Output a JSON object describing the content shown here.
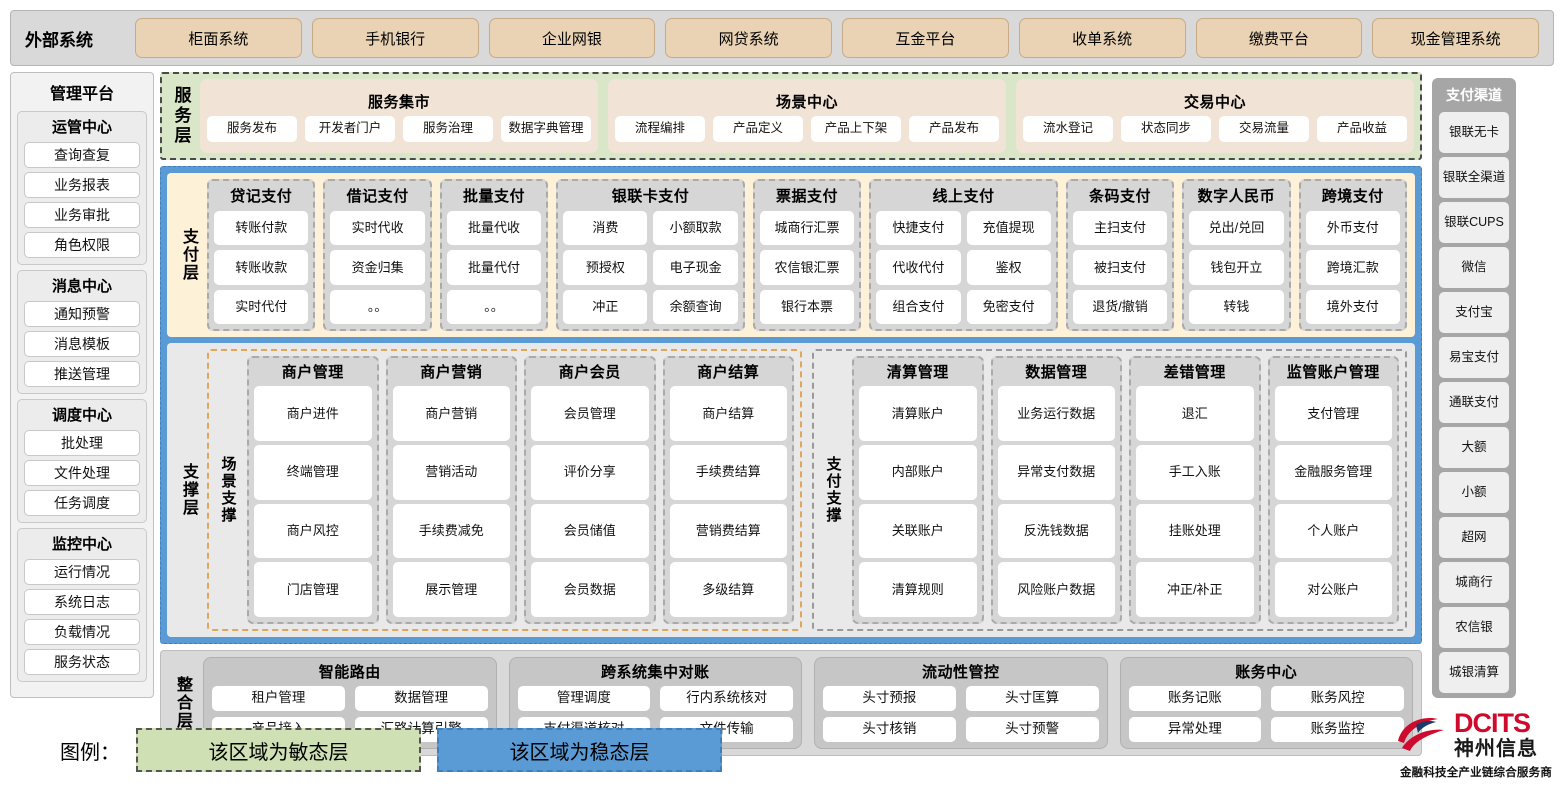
{
  "external": {
    "title": "外部系统",
    "items": [
      "柜面系统",
      "手机银行",
      "企业网银",
      "网贷系统",
      "互金平台",
      "收单系统",
      "缴费平台",
      "现金管理系统"
    ]
  },
  "management": {
    "title": "管理平台",
    "groups": [
      {
        "title": "运管中心",
        "items": [
          "查询查复",
          "业务报表",
          "业务审批",
          "角色权限"
        ]
      },
      {
        "title": "消息中心",
        "items": [
          "通知预警",
          "消息模板",
          "推送管理"
        ]
      },
      {
        "title": "调度中心",
        "items": [
          "批处理",
          "文件处理",
          "任务调度"
        ]
      },
      {
        "title": "监控中心",
        "items": [
          "运行情况",
          "系统日志",
          "负载情况",
          "服务状态"
        ]
      }
    ]
  },
  "service_layer": {
    "label": "服务层",
    "groups": [
      {
        "title": "服务集市",
        "items": [
          "服务发布",
          "开发者门户",
          "服务治理",
          "数据字典管理"
        ]
      },
      {
        "title": "场景中心",
        "items": [
          "流程编排",
          "产品定义",
          "产品上下架",
          "产品发布"
        ]
      },
      {
        "title": "交易中心",
        "items": [
          "流水登记",
          "状态同步",
          "交易流量",
          "产品收益"
        ]
      }
    ]
  },
  "payment_layer": {
    "label": "支付层",
    "groups": [
      {
        "title": "贷记支付",
        "cols": 1,
        "items": [
          "转账付款",
          "转账收款",
          "实时代付"
        ]
      },
      {
        "title": "借记支付",
        "cols": 1,
        "items": [
          "实时代收",
          "资金归集",
          "。。"
        ]
      },
      {
        "title": "批量支付",
        "cols": 1,
        "items": [
          "批量代收",
          "批量代付",
          "。。"
        ]
      },
      {
        "title": "银联卡支付",
        "cols": 2,
        "items": [
          "消费",
          "小额取款",
          "预授权",
          "电子现金",
          "冲正",
          "余额查询"
        ]
      },
      {
        "title": "票据支付",
        "cols": 1,
        "items": [
          "城商行汇票",
          "农信银汇票",
          "银行本票"
        ]
      },
      {
        "title": "线上支付",
        "cols": 2,
        "items": [
          "快捷支付",
          "充值提现",
          "代收代付",
          "鉴权",
          "组合支付",
          "免密支付"
        ]
      },
      {
        "title": "条码支付",
        "cols": 1,
        "items": [
          "主扫支付",
          "被扫支付",
          "退货/撤销"
        ]
      },
      {
        "title": "数字人民币",
        "cols": 1,
        "items": [
          "兑出/兑回",
          "钱包开立",
          "转钱"
        ]
      },
      {
        "title": "跨境支付",
        "cols": 1,
        "items": [
          "外币支付",
          "跨境汇款",
          "境外支付"
        ]
      }
    ]
  },
  "support_layer": {
    "label": "支撑层",
    "halves": [
      {
        "label": "场景支撑",
        "style": "scene",
        "groups": [
          {
            "title": "商户管理",
            "items": [
              "商户进件",
              "终端管理",
              "商户风控",
              "门店管理"
            ]
          },
          {
            "title": "商户营销",
            "items": [
              "商户营销",
              "营销活动",
              "手续费减免",
              "展示管理"
            ]
          },
          {
            "title": "商户会员",
            "items": [
              "会员管理",
              "评价分享",
              "会员储值",
              "会员数据"
            ]
          },
          {
            "title": "商户结算",
            "items": [
              "商户结算",
              "手续费结算",
              "营销费结算",
              "多级结算"
            ]
          }
        ]
      },
      {
        "label": "支付支撑",
        "style": "paysup",
        "groups": [
          {
            "title": "清算管理",
            "items": [
              "清算账户",
              "内部账户",
              "关联账户",
              "清算规则"
            ]
          },
          {
            "title": "数据管理",
            "items": [
              "业务运行数据",
              "异常支付数据",
              "反洗钱数据",
              "风险账户数据"
            ]
          },
          {
            "title": "差错管理",
            "items": [
              "退汇",
              "手工入账",
              "挂账处理",
              "冲正/补正"
            ]
          },
          {
            "title": "监管账户管理",
            "items": [
              "支付管理",
              "金融服务管理",
              "个人账户",
              "对公账户"
            ]
          }
        ]
      }
    ]
  },
  "integration_layer": {
    "label": "整合层",
    "groups": [
      {
        "title": "智能路由",
        "rows": [
          [
            "租户管理",
            "数据管理"
          ],
          [
            "产品接入",
            "汇路计算引擎"
          ]
        ]
      },
      {
        "title": "跨系统集中对账",
        "rows": [
          [
            "管理调度",
            "行内系统核对"
          ],
          [
            "支付渠道核对",
            "文件传输"
          ]
        ]
      },
      {
        "title": "流动性管控",
        "rows": [
          [
            "头寸预报",
            "头寸匡算"
          ],
          [
            "头寸核销",
            "头寸预警"
          ]
        ]
      },
      {
        "title": "账务中心",
        "rows": [
          [
            "账务记账",
            "账务风控"
          ],
          [
            "异常处理",
            "账务监控"
          ]
        ]
      }
    ]
  },
  "channels": {
    "title": "支付渠道",
    "items": [
      "银联无卡",
      "银联全渠道",
      "银联CUPS",
      "微信",
      "支付宝",
      "易宝支付",
      "通联支付",
      "大额",
      "小额",
      "超网",
      "城商行",
      "农信银",
      "城银清算"
    ]
  },
  "legend": {
    "label": "图例：",
    "agile": "该区域为敏态层",
    "stable": "该区域为稳态层"
  },
  "logo": {
    "en": "DCITS",
    "cn": "神州信息",
    "tagline": "金融科技全产业链综合服务商"
  },
  "colors": {
    "agile_green": "#d9e7c8",
    "stable_blue": "#5b9bd5",
    "payment_cream": "#fdf1d8",
    "external_tan": "#e9d3b4",
    "brand_red": "#cf0a2c"
  }
}
